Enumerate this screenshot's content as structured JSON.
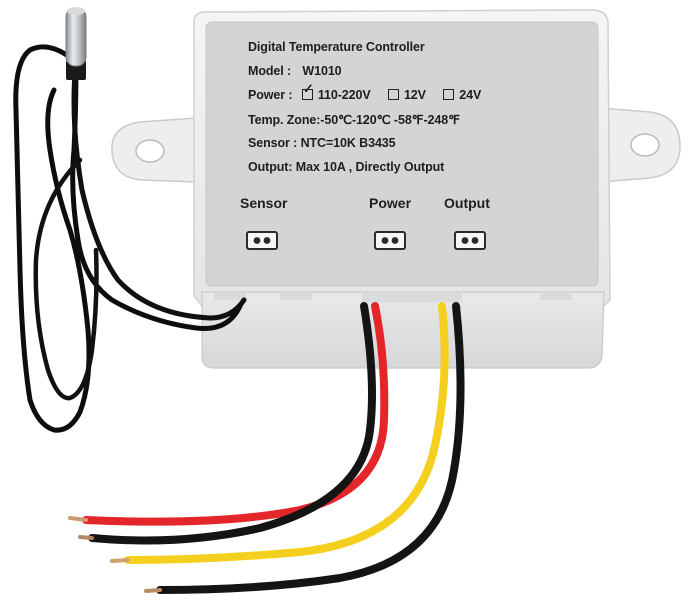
{
  "product": {
    "title": "Digital Temperature Controller",
    "model_label": "Model :",
    "model_value": "W1010",
    "power_label": "Power :",
    "power_options": [
      {
        "label": "110-220V",
        "checked": true
      },
      {
        "label": "12V",
        "checked": false
      },
      {
        "label": "24V",
        "checked": false
      }
    ],
    "temp_zone": "Temp. Zone:-50℃-120℃  -58℉-248℉",
    "sensor": "Sensor : NTC=10K B3435",
    "output": "Output: Max 10A , Directly Output"
  },
  "terminals": {
    "sensor_label": "Sensor",
    "power_label": "Power",
    "output_label": "Output"
  },
  "colors": {
    "label_panel": "#d3d4d6",
    "housing": "#eff0f1",
    "wire_red": "#e3262a",
    "wire_yellow": "#f5cf1d",
    "wire_black": "#141414",
    "probe_cable": "#0d0d0d"
  }
}
